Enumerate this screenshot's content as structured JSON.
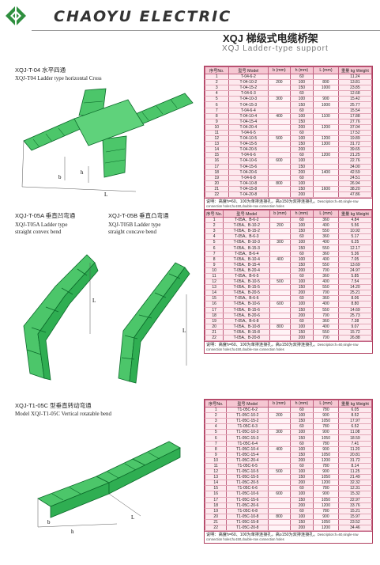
{
  "header": {
    "brand": "CHAOYU ELECTRIC",
    "title_cn": "XQJ 梯级式电缆桥架",
    "title_en": "XQJ Ladder-type support",
    "brand_color": "#2f8f3f"
  },
  "sections": {
    "cross": {
      "code": "XQJ-T-04 水平四通",
      "desc": "XQJ-T04 Ladder type horizontal Cross"
    },
    "convex": {
      "code": "XQJ-T-05A 垂直凹弯通",
      "desc1": "XQJ-T05A Ladder type",
      "desc2": "straight convex bend"
    },
    "concave": {
      "code": "XQJ-T-05B 垂直凸弯通",
      "desc1": "XQJ-T05B Ladder type",
      "desc2": "straight concave bend"
    },
    "rotatable": {
      "code": "XQJ-T1-05C 型垂直转动弯通",
      "desc": "Model XQJ-T1-05C Vertical rotatable bend"
    }
  },
  "fig_labels": {
    "b": "b",
    "h": "h",
    "L": "L"
  },
  "tables": [
    {
      "headers": [
        "序号No.",
        "型号 Model",
        "b (mm)",
        "h (mm)",
        "L (mm)",
        "重量 kg Weight"
      ],
      "rows": [
        [
          "1",
          "T-04-6-2",
          "",
          "60",
          "",
          "11.24"
        ],
        [
          "2",
          "T-04-10-2",
          "200",
          "100",
          "800",
          "13.81"
        ],
        [
          "3",
          "T-04-15-2",
          "",
          "150",
          "1000",
          "23.85"
        ],
        [
          "4",
          "T-04-6-3",
          "",
          "60",
          "",
          "12.68"
        ],
        [
          "5",
          "T-04-10-3",
          "300",
          "100",
          "900",
          "15.42"
        ],
        [
          "6",
          "T-04-15-3",
          "",
          "150",
          "1000",
          "25.77"
        ],
        [
          "7",
          "T-04-6-4",
          "",
          "60",
          "",
          "15.54"
        ],
        [
          "8",
          "T-04-10-4",
          "400",
          "100",
          "1100",
          "17.88"
        ],
        [
          "9",
          "T-04-15-4",
          "",
          "150",
          "",
          "27.76"
        ],
        [
          "10",
          "T-04-20-4",
          "",
          "200",
          "1200",
          "37.04"
        ],
        [
          "11",
          "T-04-6-5",
          "",
          "60",
          "",
          "17.52"
        ],
        [
          "12",
          "T-04-10-5",
          "500",
          "100",
          "1200",
          "19.89"
        ],
        [
          "13",
          "T-04-15-5",
          "",
          "150",
          "1300",
          "31.72"
        ],
        [
          "14",
          "T-04-20-5",
          "",
          "200",
          "",
          "39.65"
        ],
        [
          "15",
          "T-04-6-6",
          "",
          "60",
          "1200",
          "21.25"
        ],
        [
          "16",
          "T-04-10-6",
          "600",
          "100",
          "",
          "22.76"
        ],
        [
          "17",
          "T-04-15-6",
          "",
          "150",
          "",
          "34.00"
        ],
        [
          "18",
          "T-04-20-6",
          "",
          "200",
          "1400",
          "42.59"
        ],
        [
          "19",
          "T-04-6-8",
          "",
          "60",
          "",
          "24.51"
        ],
        [
          "20",
          "T-04-10-8",
          "800",
          "100",
          "",
          "26.94"
        ],
        [
          "21",
          "T-04-15-8",
          "",
          "150",
          "1600",
          "38.20"
        ],
        [
          "22",
          "T-04-20-8",
          "",
          "200",
          "",
          "47.86"
        ]
      ],
      "note": "说明：高度h=60、100为单排连接孔，高≥150为双排连接孔。",
      "note_en": "Description:h=60,single-row connection holes;h≥150,double-row connection holes"
    },
    {
      "headers": [
        "序号 No.",
        "型号 Model",
        "b (mm)",
        "h (mm)",
        "L (mm)",
        "重量 kg Weight"
      ],
      "rows": [
        [
          "1",
          "T-05A、B-6-2",
          "",
          "60",
          "360",
          "4.84"
        ],
        [
          "2",
          "T-05A、B-10-2",
          "200",
          "100",
          "400",
          "5.56"
        ],
        [
          "3",
          "T-05A、B-15-2",
          "",
          "150",
          "550",
          "10.92"
        ],
        [
          "4",
          "T-05A、B-6-3",
          "",
          "60",
          "360",
          "5.17"
        ],
        [
          "5",
          "T-05A、B-10-3",
          "300",
          "100",
          "400",
          "6.25"
        ],
        [
          "6",
          "T-05A、B-15-3",
          "",
          "150",
          "550",
          "12.17"
        ],
        [
          "7",
          "T-05A、B-6-4",
          "",
          "60",
          "360",
          "5.36"
        ],
        [
          "8",
          "T-05A、B-10-4",
          "400",
          "100",
          "400",
          "7.05"
        ],
        [
          "9",
          "T-05A、B-15-4",
          "",
          "150",
          "550",
          "13.69"
        ],
        [
          "10",
          "T-05A、B-20-4",
          "",
          "200",
          "700",
          "24.97"
        ],
        [
          "11",
          "T-05A、B-6-5",
          "",
          "60",
          "360",
          "5.85"
        ],
        [
          "12",
          "T-05A、B-10-5",
          "500",
          "100",
          "400",
          "7.54"
        ],
        [
          "13",
          "T-05A、B-15-5",
          "",
          "150",
          "550",
          "14.20"
        ],
        [
          "14",
          "T-05A、B-20-5",
          "",
          "200",
          "700",
          "25.21"
        ],
        [
          "15",
          "T-05A、B-6-6",
          "",
          "60",
          "360",
          "8.06"
        ],
        [
          "16",
          "T-05A、B-10-6",
          "600",
          "100",
          "400",
          "8.80"
        ],
        [
          "17",
          "T-05A、B-15-6",
          "",
          "150",
          "550",
          "14.69"
        ],
        [
          "18",
          "T-05A、B-20-6",
          "",
          "200",
          "700",
          "25.73"
        ],
        [
          "19",
          "T-05A、B-6-8",
          "",
          "60",
          "360",
          "7.38"
        ],
        [
          "20",
          "T-05A、B-10-8",
          "800",
          "100",
          "400",
          "9.07"
        ],
        [
          "21",
          "T-05A、B-15-8",
          "",
          "150",
          "550",
          "15.72"
        ],
        [
          "22",
          "T-05A、B-20-8",
          "",
          "200",
          "700",
          "26.88"
        ]
      ],
      "note": "说明：高度h=60、100为单排连接孔，高≥150为双排连接孔。",
      "note_en": "Description:h=60,single-row connection holes;h≥150,double-row connection holes"
    },
    {
      "headers": [
        "序号No.",
        "型号 Model",
        "b (mm)",
        "h (mm)",
        "L (mm)",
        "重量 kg Weight"
      ],
      "rows": [
        [
          "1",
          "T1-05C-6-2",
          "",
          "60",
          "780",
          "6.05"
        ],
        [
          "2",
          "T1-05C-10-2",
          "200",
          "100",
          "900",
          "8.52"
        ],
        [
          "3",
          "T1-05C-15-2",
          "",
          "150",
          "1050",
          "17.97"
        ],
        [
          "4",
          "T1-05C-6-3",
          "",
          "60",
          "780",
          "6.52"
        ],
        [
          "5",
          "T1-05C-10-3",
          "300",
          "100",
          "900",
          "11.08"
        ],
        [
          "6",
          "T1-05C-15-3",
          "",
          "150",
          "1050",
          "18.59"
        ],
        [
          "7",
          "T1-05C-6-4",
          "",
          "60",
          "780",
          "7.41"
        ],
        [
          "8",
          "T1-05C-10-4",
          "400",
          "100",
          "900",
          "11.20"
        ],
        [
          "9",
          "T1-05C-15-4",
          "",
          "150",
          "1050",
          "20.81"
        ],
        [
          "10",
          "T1-05C-20-4",
          "",
          "200",
          "1200",
          "31.72"
        ],
        [
          "11",
          "T1-05C-6-5",
          "",
          "60",
          "780",
          "8.14"
        ],
        [
          "12",
          "T1-05C-10-5",
          "500",
          "100",
          "900",
          "11.25"
        ],
        [
          "13",
          "T1-05C-15-5",
          "",
          "150",
          "1050",
          "21.49"
        ],
        [
          "14",
          "T1-05C-20-5",
          "",
          "200",
          "1200",
          "32.32"
        ],
        [
          "15",
          "T1-05C-6-6",
          "",
          "60",
          "780",
          "12.31"
        ],
        [
          "16",
          "T1-05C-10-6",
          "600",
          "100",
          "900",
          "15.32"
        ],
        [
          "17",
          "T1-05C-15-6",
          "",
          "150",
          "1050",
          "22.97"
        ],
        [
          "18",
          "T1-05C-20-6",
          "",
          "200",
          "1200",
          "33.76"
        ],
        [
          "19",
          "T1-05C-6-8",
          "",
          "60",
          "780",
          "15.21"
        ],
        [
          "20",
          "T1-05C-10-8",
          "800",
          "100",
          "900",
          "15.97"
        ],
        [
          "21",
          "T1-05C-15-8",
          "",
          "150",
          "1050",
          "23.52"
        ],
        [
          "22",
          "T1-05C-20-8",
          "",
          "200",
          "1200",
          "34.46"
        ]
      ],
      "note": "说明：高度h=60、100为单排连接孔，高≥150为双排连接孔。",
      "note_en": "Description:h=60,single-row connection holes;h≥150,double-row connection holes"
    }
  ]
}
